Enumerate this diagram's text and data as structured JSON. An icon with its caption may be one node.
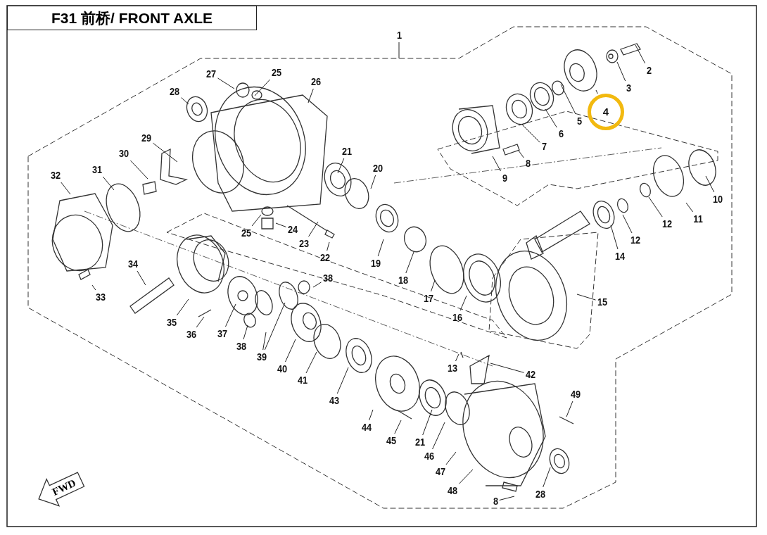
{
  "diagram": {
    "nodes": [
      {
        "text": [
          "F31 前桥/ FRONT AXLE"
        ]
      },
      {
        "text": [
          "1"
        ]
      },
      {
        "text": [
          "2"
        ]
      },
      {
        "text": [
          "3"
        ]
      },
      {
        "text": [
          "4"
        ]
      },
      {
        "text": [
          "5"
        ]
      },
      {
        "text": [
          "6"
        ]
      },
      {
        "text": [
          "7"
        ]
      },
      {
        "text": [
          "27"
        ]
      },
      {
        "text": [
          "25"
        ]
      },
      {
        "text": [
          "26"
        ]
      },
      {
        "text": [
          "28"
        ]
      },
      {
        "text": [
          "8"
        ]
      },
      {
        "text": [
          "9"
        ]
      },
      {
        "text": [
          "29"
        ]
      },
      {
        "text": [
          "30"
        ]
      },
      {
        "text": [
          "21"
        ]
      },
      {
        "text": [
          "20"
        ]
      },
      {
        "text": [
          "31"
        ]
      },
      {
        "text": [
          "32"
        ]
      },
      {
        "text": [
          "10"
        ]
      },
      {
        "text": [
          "11"
        ]
      },
      {
        "text": [
          "12"
        ]
      },
      {
        "text": [
          "24"
        ]
      },
      {
        "text": [
          "25"
        ]
      },
      {
        "text": [
          "23"
        ]
      },
      {
        "text": [
          "22"
        ]
      },
      {
        "text": [
          "12"
        ]
      },
      {
        "text": [
          "14"
        ]
      },
      {
        "text": [
          "19"
        ]
      },
      {
        "text": [
          "34"
        ]
      },
      {
        "text": [
          "18"
        ]
      },
      {
        "text": [
          "38"
        ]
      },
      {
        "text": [
          "33"
        ]
      },
      {
        "text": [
          "17"
        ]
      },
      {
        "text": [
          "15"
        ]
      },
      {
        "text": [
          "16"
        ]
      },
      {
        "text": [
          "35"
        ]
      },
      {
        "text": [
          "36"
        ]
      },
      {
        "text": [
          "37"
        ]
      },
      {
        "text": [
          "38"
        ]
      },
      {
        "text": [
          "39"
        ]
      },
      {
        "text": [
          "40"
        ]
      },
      {
        "text": [
          "13"
        ]
      },
      {
        "text": [
          "42"
        ]
      },
      {
        "text": [
          "41"
        ]
      },
      {
        "text": [
          "49"
        ]
      },
      {
        "text": [
          "43"
        ]
      },
      {
        "text": [
          "44"
        ]
      },
      {
        "text": [
          "45"
        ]
      },
      {
        "text": [
          "21"
        ]
      },
      {
        "text": [
          "46"
        ]
      },
      {
        "text": [
          "47"
        ]
      },
      {
        "text": [
          "48"
        ]
      },
      {
        "text": [
          "28"
        ]
      },
      {
        "text": [
          "8"
        ]
      },
      {
        "text": [
          "FWD"
        ]
      }
    ],
    "edges": [
      {
        "from": 1,
        "to": null,
        "arrow": "none"
      },
      {
        "from": 2,
        "to": null,
        "arrow": "none"
      },
      {
        "from": 3,
        "to": null,
        "arrow": "none"
      },
      {
        "from": 4,
        "to": null,
        "arrow": "none"
      },
      {
        "from": 5,
        "to": null,
        "arrow": "none"
      },
      {
        "from": 6,
        "to": null,
        "arrow": "none"
      },
      {
        "from": 7,
        "to": null,
        "arrow": "none"
      },
      {
        "from": 8,
        "to": null,
        "arrow": "none"
      },
      {
        "from": 9,
        "to": null,
        "arrow": "none"
      },
      {
        "from": 10,
        "to": null,
        "arrow": "none"
      },
      {
        "from": 11,
        "to": null,
        "arrow": "none"
      },
      {
        "from": 12,
        "to": null,
        "arrow": "none"
      },
      {
        "from": 13,
        "to": null,
        "arrow": "none"
      },
      {
        "from": 14,
        "to": null,
        "arrow": "none"
      },
      {
        "from": 15,
        "to": null,
        "arrow": "none"
      },
      {
        "from": 16,
        "to": null,
        "arrow": "none"
      },
      {
        "from": 17,
        "to": null,
        "arrow": "none"
      },
      {
        "from": 18,
        "to": null,
        "arrow": "none"
      },
      {
        "from": 19,
        "to": null,
        "arrow": "none"
      },
      {
        "from": 20,
        "to": null,
        "arrow": "none"
      },
      {
        "from": 21,
        "to": null,
        "arrow": "none"
      },
      {
        "from": 22,
        "to": null,
        "arrow": "none"
      },
      {
        "from": 23,
        "to": null,
        "arrow": "none"
      },
      {
        "from": 24,
        "to": null,
        "arrow": "none"
      },
      {
        "from": 25,
        "to": null,
        "arrow": "none"
      },
      {
        "from": 26,
        "to": null,
        "arrow": "none"
      },
      {
        "from": 27,
        "to": null,
        "arrow": "none"
      },
      {
        "from": 28,
        "to": null,
        "arrow": "none"
      },
      {
        "from": 29,
        "to": null,
        "arrow": "none"
      },
      {
        "from": 30,
        "to": null,
        "arrow": "none"
      },
      {
        "from": 31,
        "to": null,
        "arrow": "none"
      },
      {
        "from": 32,
        "to": null,
        "arrow": "none"
      },
      {
        "from": 33,
        "to": null,
        "arrow": "none"
      },
      {
        "from": 34,
        "to": null,
        "arrow": "none"
      },
      {
        "from": 35,
        "to": null,
        "arrow": "none"
      },
      {
        "from": 36,
        "to": null,
        "arrow": "none"
      },
      {
        "from": 37,
        "to": null,
        "arrow": "none"
      },
      {
        "from": 38,
        "to": null,
        "arrow": "none"
      },
      {
        "from": 39,
        "to": null,
        "arrow": "none"
      },
      {
        "from": 40,
        "to": null,
        "arrow": "none"
      },
      {
        "from": 41,
        "to": null,
        "arrow": "none"
      },
      {
        "from": 41,
        "to": null,
        "arrow": "none"
      },
      {
        "from": 42,
        "to": null,
        "arrow": "none"
      },
      {
        "from": 43,
        "to": null,
        "arrow": "none"
      },
      {
        "from": 44,
        "to": null,
        "arrow": "none"
      },
      {
        "from": 45,
        "to": null,
        "arrow": "none"
      },
      {
        "from": 46,
        "to": null,
        "arrow": "none"
      },
      {
        "from": 47,
        "to": null,
        "arrow": "none"
      },
      {
        "from": 48,
        "to": null,
        "arrow": "none"
      },
      {
        "from": 49,
        "to": null,
        "arrow": "none"
      },
      {
        "from": 50,
        "to": null,
        "arrow": "none"
      },
      {
        "from": 51,
        "to": null,
        "arrow": "none"
      },
      {
        "from": 52,
        "to": null,
        "arrow": "none"
      },
      {
        "from": 53,
        "to": null,
        "arrow": "none"
      },
      {
        "from": 54,
        "to": null,
        "arrow": "none"
      },
      {
        "from": 55,
        "to": null,
        "arrow": "none"
      }
    ]
  }
}
